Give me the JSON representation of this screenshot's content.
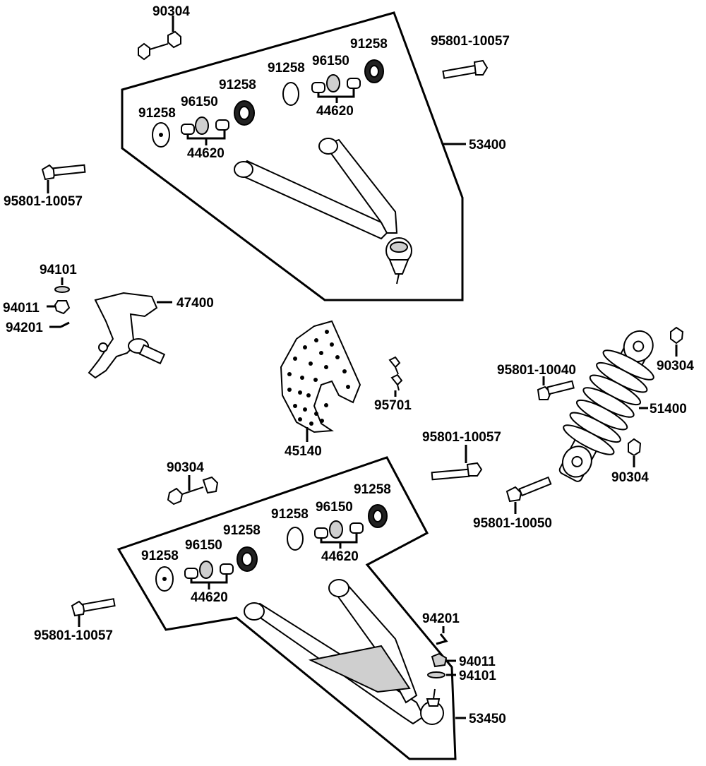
{
  "labels": {
    "upper_90304": "90304",
    "upper_95801_right": "95801-10057",
    "upper_95801_left": "95801-10057",
    "upper_53400": "53400",
    "upper_91258_a": "91258",
    "upper_96150_a": "96150",
    "upper_91258_b": "91258",
    "upper_44620_a": "44620",
    "upper_91258_c": "91258",
    "upper_96150_b": "96150",
    "upper_91258_d": "91258",
    "upper_44620_b": "44620",
    "knuckle_94101": "94101",
    "knuckle_94011": "94011",
    "knuckle_94201": "94201",
    "knuckle_47400": "47400",
    "disc_45140": "45140",
    "disc_95701": "95701",
    "shock_90304_top": "90304",
    "shock_95801_10040": "95801-10040",
    "shock_51400": "51400",
    "shock_95801_10057": "95801-10057",
    "shock_90304_bottom": "90304",
    "shock_95801_10050": "95801-10050",
    "lower_90304": "90304",
    "lower_91258_a": "91258",
    "lower_96150_a": "96150",
    "lower_91258_b": "91258",
    "lower_44620_a": "44620",
    "lower_91258_c": "91258",
    "lower_96150_b": "96150",
    "lower_91258_d": "91258",
    "lower_44620_b": "44620",
    "lower_95801_left": "95801-10057",
    "lower_94201": "94201",
    "lower_94011": "94011",
    "lower_94101": "94101",
    "lower_53450": "53450"
  }
}
